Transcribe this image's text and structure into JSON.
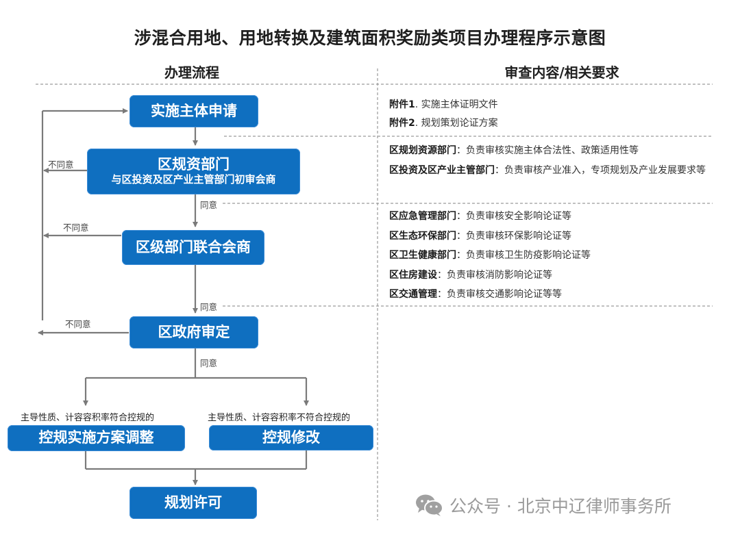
{
  "title": "涉混合用地、用地转换及建筑面积奖励类项目办理程序示意图",
  "columns": {
    "left_header": "办理流程",
    "right_header": "审查内容/相关要求"
  },
  "flow": {
    "steps": [
      {
        "id": "apply",
        "label": "实施主体申请"
      },
      {
        "id": "district-planning",
        "label": "区规资部门",
        "sublabel": "与区投资及区产业主管部门初审会商"
      },
      {
        "id": "joint-consult",
        "label": "区级部门联合会商"
      },
      {
        "id": "gov-review",
        "label": "区政府审定"
      },
      {
        "id": "plan-adjust",
        "label": "控规实施方案调整"
      },
      {
        "id": "plan-revise",
        "label": "控规修改"
      },
      {
        "id": "permit",
        "label": "规划许可"
      }
    ],
    "edge_labels": {
      "disagree": "不同意",
      "agree": "同意"
    },
    "branch_conditions": {
      "left": "主导性质、计容容积率符合控规的",
      "right": "主导性质、计容容积率不符合控规的"
    }
  },
  "requirements": {
    "attachments": [
      {
        "label": "附件1",
        "text": ". 实施主体证明文件"
      },
      {
        "label": "附件2",
        "text": ". 规划策划论证方案"
      }
    ],
    "initial_review": [
      {
        "dept": "区规划资源部门",
        "text": "：负责审核实施主体合法性、政策适用性等"
      },
      {
        "dept": "区投资及区产业主管部门",
        "text": "：负责审核产业准入，专项规划及产业发展要求等"
      }
    ],
    "joint_review": [
      {
        "dept": "区应急管理部门",
        "text": "：负责审核安全影响论证等"
      },
      {
        "dept": "区生态环保部门",
        "text": "：负责审核环保影响论证等"
      },
      {
        "dept": "区卫生健康部门",
        "text": "：负责审核卫生防疫影响论证等"
      },
      {
        "dept": "区住房建设",
        "text": "：负责审核消防影响论证等"
      },
      {
        "dept": "区交通管理",
        "text": "：负责审核交通影响论证等等"
      }
    ]
  },
  "watermark": {
    "icon": "wechat-icon",
    "text": "公众号 · 北京中辽律师事务所"
  },
  "colors": {
    "box_fill": "#0f6fc0",
    "line": "#7a7a7a",
    "dashed": "#9a9a9a"
  }
}
